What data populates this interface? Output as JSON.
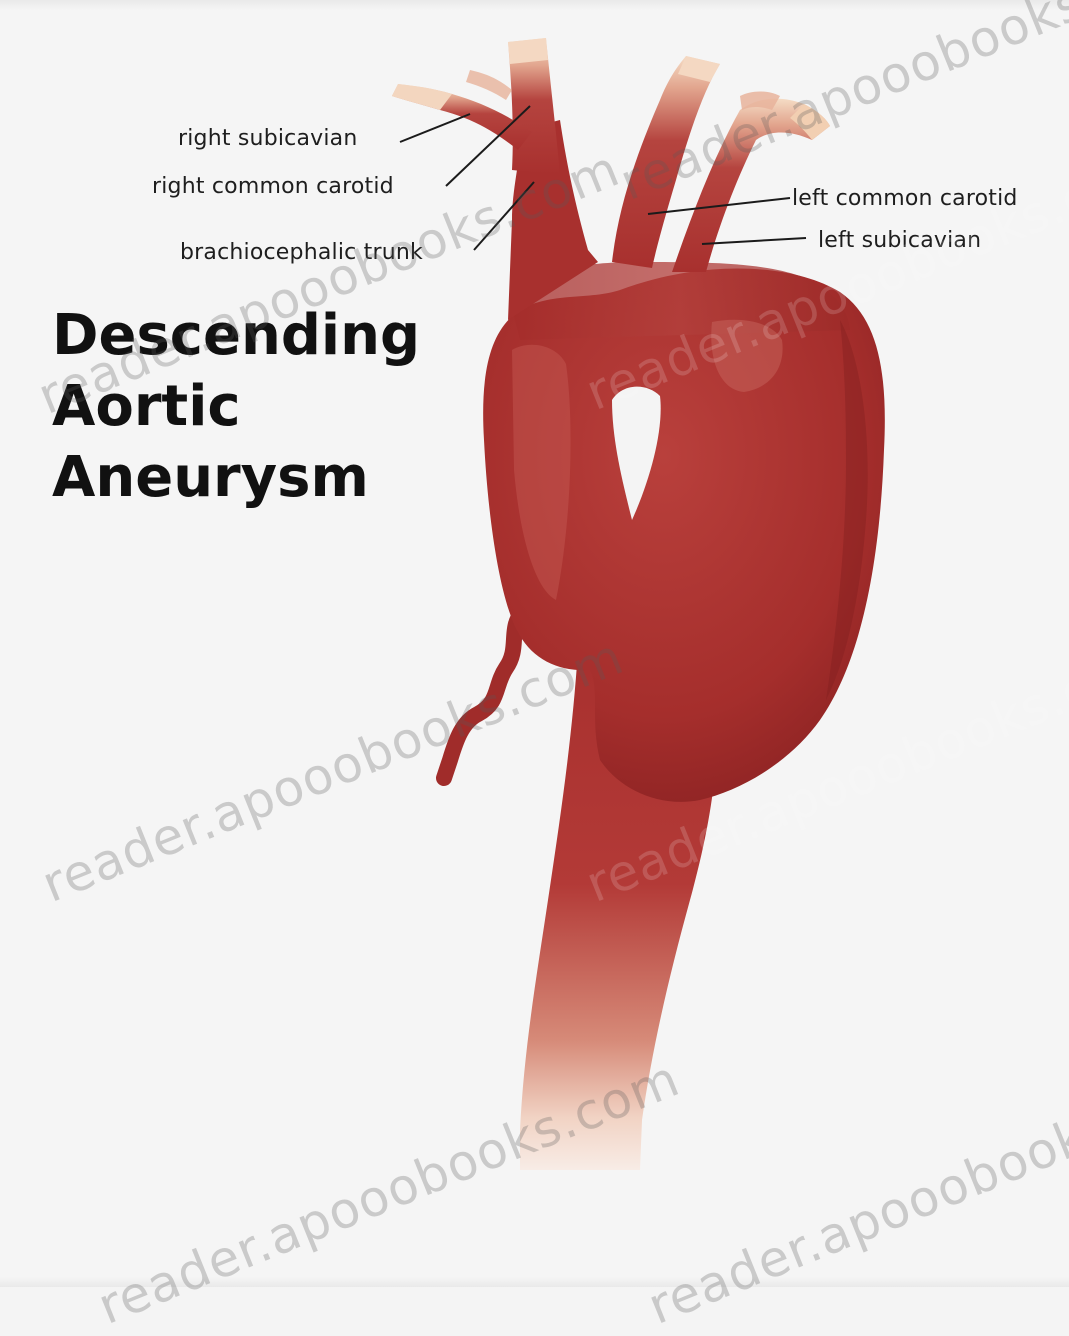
{
  "diagram": {
    "title_lines": [
      "Descending",
      "Aortic",
      "Aneurysm"
    ],
    "labels": {
      "right_subclavian": "right subicavian",
      "right_common_carotid": "right common carotid",
      "brachiocephalic_trunk": "brachiocephalic trunk",
      "left_common_carotid": "left common carotid",
      "left_subclavian": "left subicavian"
    },
    "watermark": "reader.apooobooks.com",
    "colors": {
      "vessel": "#a8302e",
      "vessel_dark": "#8e2424",
      "vessel_light": "#c6504c",
      "branch_tip": "#f2cfb2",
      "aorta_fade": "#f6e6dc",
      "background": "#f4f4f4",
      "text": "#111111"
    }
  }
}
